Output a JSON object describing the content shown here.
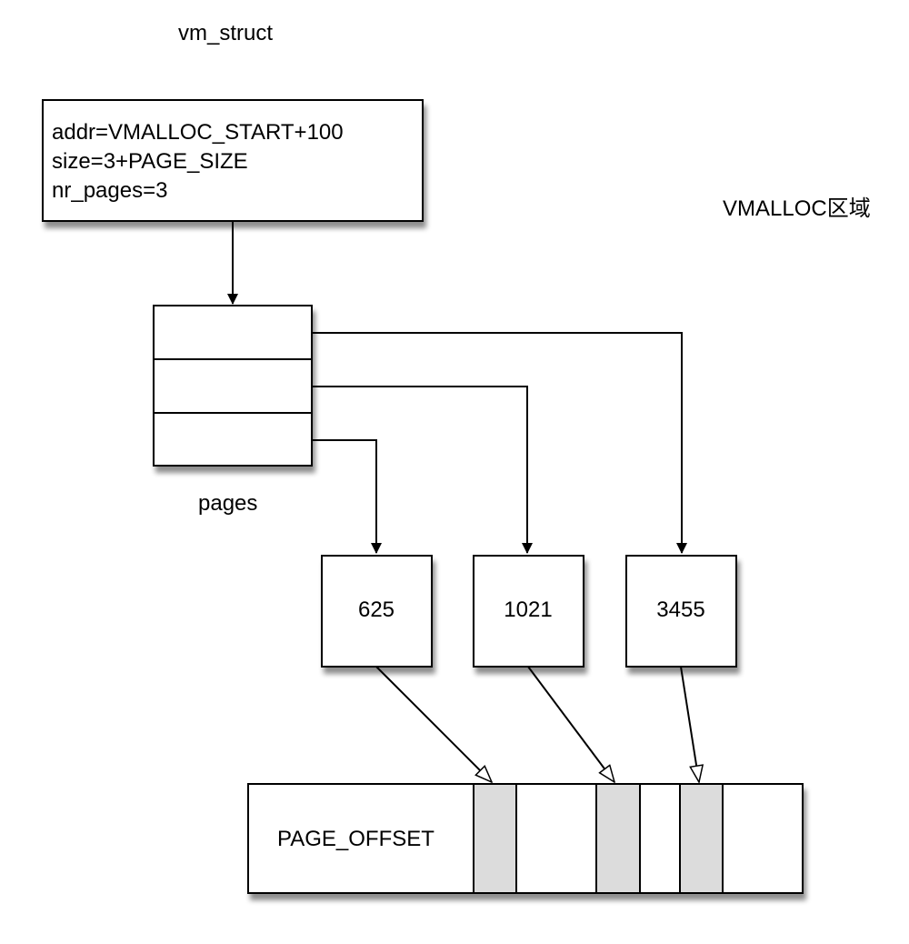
{
  "vm_struct": {
    "title": "vm_struct",
    "fields": [
      "addr=VMALLOC_START+100",
      "size=3+PAGE_SIZE",
      "nr_pages=3"
    ]
  },
  "region_label": "VMALLOC区域",
  "pages": {
    "label": "pages",
    "slot_count": 3
  },
  "page_frames": [
    {
      "value": "625"
    },
    {
      "value": "1021"
    },
    {
      "value": "3455"
    }
  ],
  "memory": {
    "label": "PAGE_OFFSET"
  },
  "colors": {
    "line": "#000000",
    "highlight": "#dcdcdc",
    "shadow": "#7a7a7a"
  }
}
